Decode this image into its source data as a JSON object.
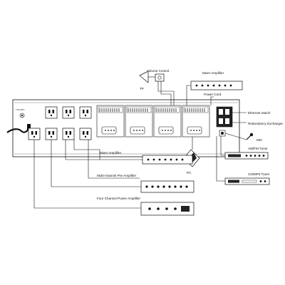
{
  "labels": {
    "volume_control": "Volume Control",
    "mixer_amp_top": "Mixer Amplifier",
    "power_cord": "Power Cord",
    "ethernet_switch": "Ethernet switch",
    "redundancy_exchanger": "Redundancy Exchanger",
    "mic": "MIC",
    "am_fm_tuner": "AM/FM Tuner",
    "cd_mp3_tuner": "CD/MP3 Tuner",
    "pc": "PC",
    "mixer_amp_mid": "Mixer Amplifier",
    "multi_channel_pre": "Multi-channel Pre-Amplifier",
    "four_channel_power": "Four Channel Power Amplifier",
    "tp": "TP",
    "panel_header_left": "TTA1 MTX"
  },
  "colors": {
    "line": "#111111",
    "panel": "#ffffff",
    "dark": "#222222"
  }
}
